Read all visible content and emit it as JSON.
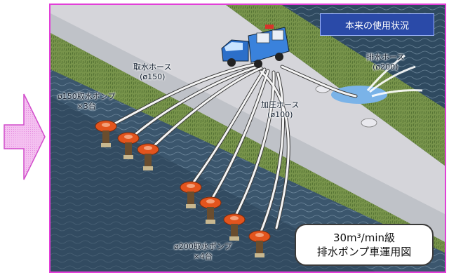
{
  "colors": {
    "frame": "#e23fd8",
    "arrow_fill": "#f4c0f0",
    "badge_bg": "#2a4aa8",
    "water": "#3b566d",
    "grass": "#78944b",
    "road": "#cfcfd4",
    "pump": "#e3541d",
    "truck": "#2c6fc9"
  },
  "badge": {
    "text": "本来の使用状況"
  },
  "labels": {
    "intake_hose": "取水ホース",
    "intake_hose_dia": "(ø150)",
    "drain_hose": "排水ホース",
    "drain_hose_dia": "(ø200)",
    "pressure_hose": "加圧ホース",
    "pressure_hose_dia": "(ø100)",
    "pump150": "ø150取水ポンプ",
    "pump150_count": "×3台",
    "pump200": "ø200取水ポンプ",
    "pump200_count": "×4台"
  },
  "callout": {
    "line1": "30m³/min級",
    "line2": "排水ポンプ車運用図"
  },
  "icons": {
    "left_arrow": "right-arrow-icon",
    "truck": "pump-truck-icon",
    "pump": "submersible-pump-icon"
  }
}
